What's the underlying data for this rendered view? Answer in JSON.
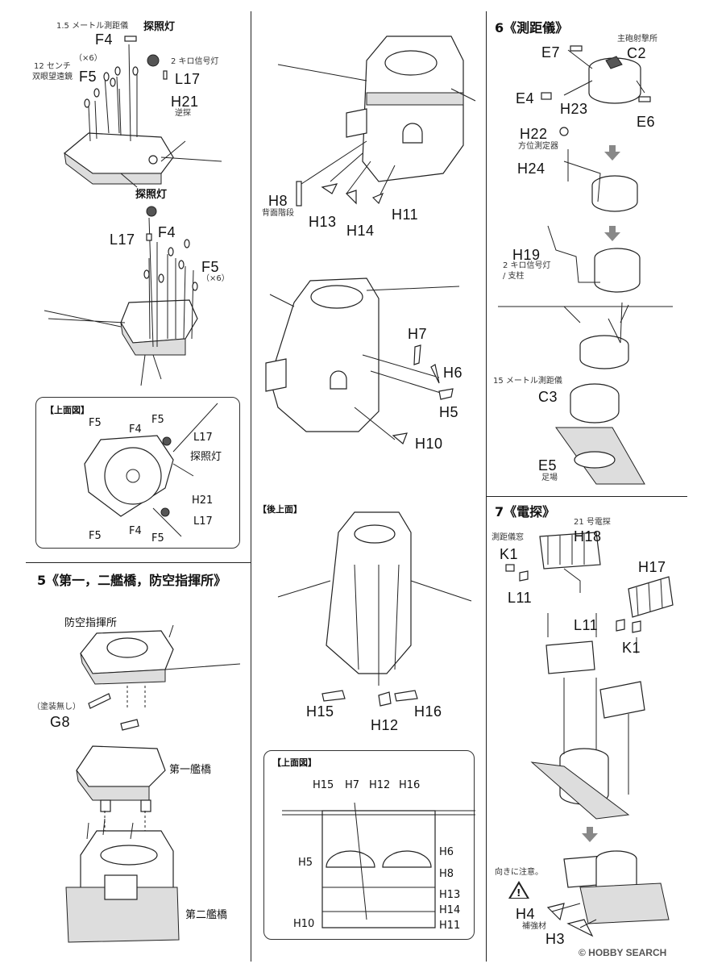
{
  "left_top": {
    "rangefinder_15m": "1.5 メートル測距儀",
    "searchlight": "探照灯",
    "f4": "F4",
    "binoculars_mult": "（×6）",
    "binoculars": "12 センチ",
    "binoculars2": "双眼望遠鏡",
    "f5": "F5",
    "signal_2km": "2 キロ信号灯",
    "l17": "L17",
    "h21": "H21",
    "reverse_search": "逆探"
  },
  "left_mid": {
    "searchlight": "探照灯",
    "l17": "L17",
    "f4": "F4",
    "f5": "F5",
    "f5_mult": "（×6）"
  },
  "top_view_left": {
    "title": "【上面図】",
    "f5_a": "F5",
    "f4_a": "F4",
    "f5_b": "F5",
    "l17_a": "L17",
    "searchlight": "探照灯",
    "h21": "H21",
    "l17_b": "L17",
    "f5_c": "F5",
    "f4_b": "F4",
    "f5_d": "F5"
  },
  "step5": {
    "heading": "5《第一，二艦橋，防空指揮所》",
    "aa_command": "防空指揮所",
    "unpainted": "（塗装無し）",
    "g8": "G8",
    "bridge1": "第一艦橋",
    "bridge2": "第二艦橋"
  },
  "center_top": {
    "h8": "H8",
    "back_ladder": "背面階段",
    "h13": "H13",
    "h14": "H14",
    "h11": "H11"
  },
  "center_mid": {
    "h7": "H7",
    "h6": "H6",
    "h5": "H5",
    "h10": "H10"
  },
  "rear_view": {
    "title": "【後上面】",
    "h15": "H15",
    "h12": "H12",
    "h16": "H16"
  },
  "top_view_center": {
    "title": "【上面図】",
    "h15": "H15",
    "h7": "H7",
    "h12": "H12",
    "h16": "H16",
    "h6": "H6",
    "h5": "H5",
    "h8": "H8",
    "h13": "H13",
    "h14": "H14",
    "h10": "H10",
    "h11": "H11"
  },
  "step6": {
    "heading": "6《測距儀》",
    "main_fire": "主砲射撃所",
    "e7": "E7",
    "c2": "C2",
    "e4": "E4",
    "h23": "H23",
    "e6": "E6",
    "h22": "H22",
    "azimuth": "方位測定器",
    "h24": "H24",
    "h19": "H19",
    "signal_support": "2 キロ信号灯",
    "signal_support2": "/ 支柱",
    "rangefinder15": "15 メートル測距儀",
    "c3": "C3",
    "e5": "E5",
    "scaffold": "足場"
  },
  "step7": {
    "heading": "7《電探》",
    "radar21": "21 号電探",
    "h18": "H18",
    "rf_window": "測距儀窓",
    "k1_a": "K1",
    "l11_a": "L11",
    "h17": "H17",
    "l11_b": "L11",
    "k1_b": "K1",
    "caution": "向きに注意。",
    "h4": "H4",
    "reinforce": "補強材",
    "h3": "H3"
  },
  "watermark": "© HOBBY SEARCH"
}
